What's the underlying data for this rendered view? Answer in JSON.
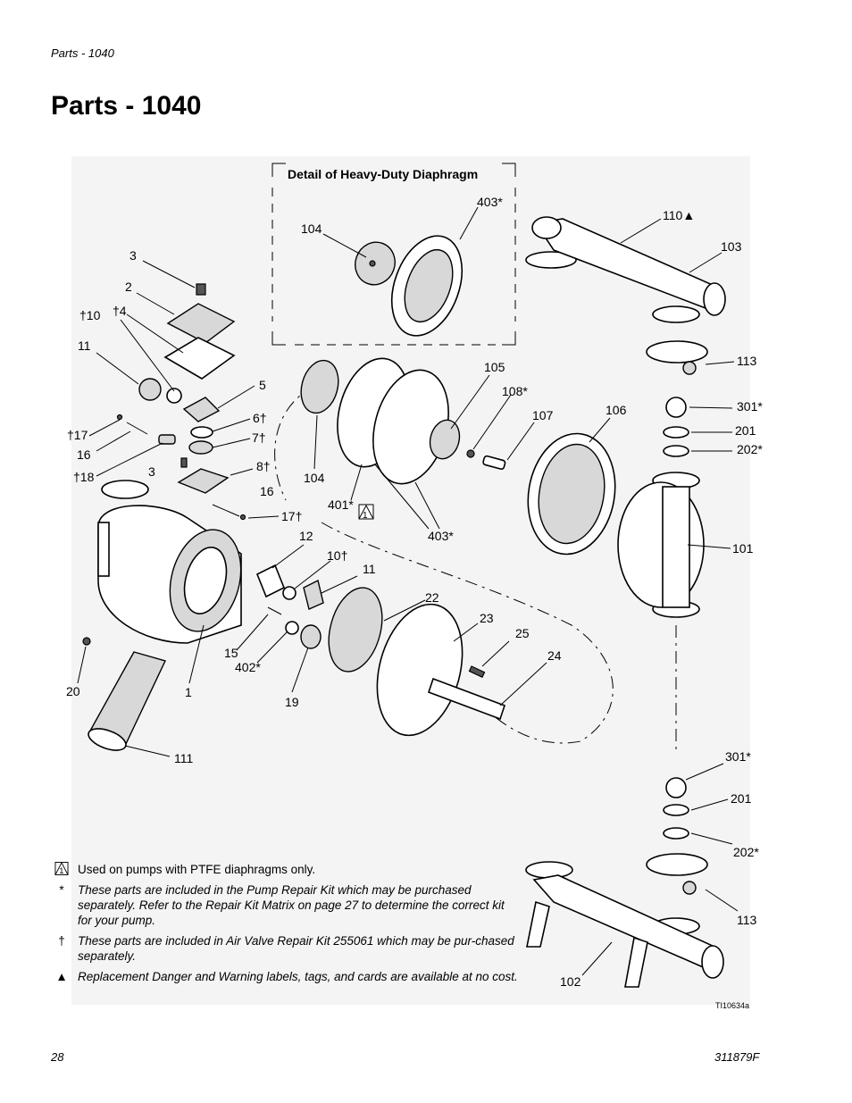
{
  "header": {
    "running_head": "Parts - 1040",
    "title": "Parts - 1040"
  },
  "detail_box": {
    "title": "Detail of Heavy-Duty Diaphragm"
  },
  "callouts": {
    "c3a": "3",
    "c2": "2",
    "c10": "†10",
    "c4": "†4",
    "c11a": "11",
    "c5": "5",
    "c6": "6†",
    "c7": "7†",
    "c17a": "†17",
    "c16a": "16",
    "c18": "†18",
    "c3b": "3",
    "c8": "8†",
    "c16b": "16",
    "c17b": "17†",
    "c12": "12",
    "c10b": "10†",
    "c11b": "11",
    "c22": "22",
    "c23": "23",
    "c25": "25",
    "c24": "24",
    "c15": "15",
    "c402": "402*",
    "c19": "19",
    "c20": "20",
    "c1": "1",
    "c111": "111",
    "c104a": "104",
    "c403a": "403*",
    "c104b": "104",
    "c401": "401*",
    "c403b": "403*",
    "c105": "105",
    "c108": "108*",
    "c107": "107",
    "c106": "106",
    "c110": "110▲",
    "c103": "103",
    "c113a": "113",
    "c301a": "301*",
    "c201a": "201",
    "c202a": "202*",
    "c101": "101",
    "c301b": "301*",
    "c201b": "201",
    "c202b": "202*",
    "c113b": "113",
    "c102": "102",
    "tri1": "1"
  },
  "notes": [
    {
      "symbol": "1",
      "symbol_type": "triangle-box",
      "text": "Used on pumps with PTFE diaphragms only.",
      "italic": false
    },
    {
      "symbol": "*",
      "symbol_type": "text",
      "text": "These parts are included in the Pump Repair Kit which may be purchased separately. Refer to the Repair Kit Matrix on page 27 to determine the correct kit for your pump.",
      "italic": true
    },
    {
      "symbol": "†",
      "symbol_type": "text",
      "text": "These parts are included in Air Valve Repair Kit 255061 which may be pur-chased separately.",
      "italic": true
    },
    {
      "symbol": "▲",
      "symbol_type": "text",
      "text": "Replacement Danger and Warning labels, tags, and cards are available at no cost.",
      "italic": true
    }
  ],
  "figure_id": "TI10634a",
  "footer": {
    "page_number": "28",
    "doc_number": "311879F"
  }
}
